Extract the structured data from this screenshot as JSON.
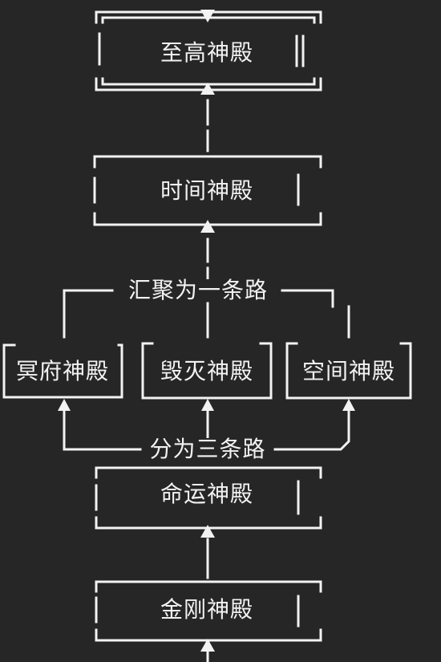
{
  "diagram": {
    "nodes": [
      {
        "id": "supreme",
        "label": "至高神殿"
      },
      {
        "id": "time",
        "label": "时间神殿"
      },
      {
        "id": "underworld",
        "label": "冥府神殿"
      },
      {
        "id": "destruction",
        "label": "毁灭神殿"
      },
      {
        "id": "space",
        "label": "空间神殿"
      },
      {
        "id": "fate",
        "label": "命运神殿"
      },
      {
        "id": "vajra",
        "label": "金刚神殿"
      }
    ],
    "notes": {
      "merge": "汇聚为一条路",
      "split": "分为三条路"
    }
  },
  "colors": {
    "background": "#262626",
    "line": "#f2f2f2"
  }
}
